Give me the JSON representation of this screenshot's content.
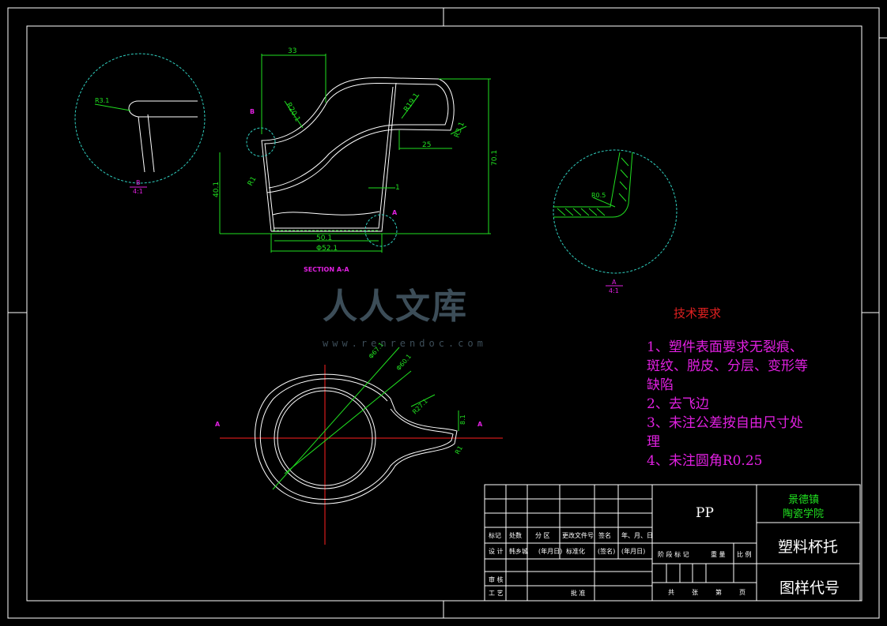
{
  "colors": {
    "frame": "#ffffff",
    "center": "#ff2020",
    "dim": "#20e020",
    "text": "#e020e0",
    "section": "#e020e0",
    "detail": "#30d0c0",
    "hatch": "#20e020",
    "title": "#e02020",
    "school": "#20e020",
    "bg": "#000000"
  },
  "drawing": {
    "dims": {
      "top_width": "33",
      "r_upper": "R20.1",
      "r_right": "R19.1",
      "r_tip": "R3.1",
      "w25": "25",
      "h_total": "70.1",
      "h_mid": "40.1",
      "r1": "R1",
      "t1": "1",
      "d_inner": "50.1",
      "d_outer": "Φ52.1"
    },
    "labels": {
      "section": "SECTION A-A",
      "b_mark": "B",
      "a_mark": "A",
      "b_scale": "4:1",
      "a_scale": "4:1",
      "b_label": "B",
      "a_label": "A",
      "r3": "R3.1",
      "r05": "R0.5",
      "plan_a_left": "A",
      "plan_a_right": "A",
      "d_big": "Φ67.1",
      "d_mid": "Φ60.1",
      "r_handle": "R27.1",
      "h_handle": "8.1",
      "r_tip": "R1"
    }
  },
  "watermark": {
    "text": "人人文库",
    "url": "www.renrendoc.com"
  },
  "tech": {
    "title": "技术要求",
    "lines": [
      "1、塑件表面要求无裂痕、",
      "斑纹、脱皮、分层、变形等",
      "缺陷",
      "2、去飞边",
      "3、未注公差按自由尺寸处",
      "理",
      "4、未注圆角R0.25"
    ]
  },
  "titleblock": {
    "material": "PP",
    "school1": "景德镇",
    "school2": "陶瓷学院",
    "part": "塑料杯托",
    "code": "图样代号",
    "row_hdr": [
      "标记",
      "处数",
      "分 区",
      "更改文件号",
      "签名",
      "年、月、日"
    ],
    "row_design": [
      "设 计",
      "韩乡城",
      "(年月日)",
      "标准化",
      "(签名)",
      "(年月日)"
    ],
    "row_check": "审 核",
    "row_process": "工 艺",
    "approve": "批 准",
    "stage": [
      "阶 段 标 记",
      "重 量",
      "比 例"
    ],
    "sheets": [
      "共",
      "张",
      "第",
      "页"
    ]
  }
}
